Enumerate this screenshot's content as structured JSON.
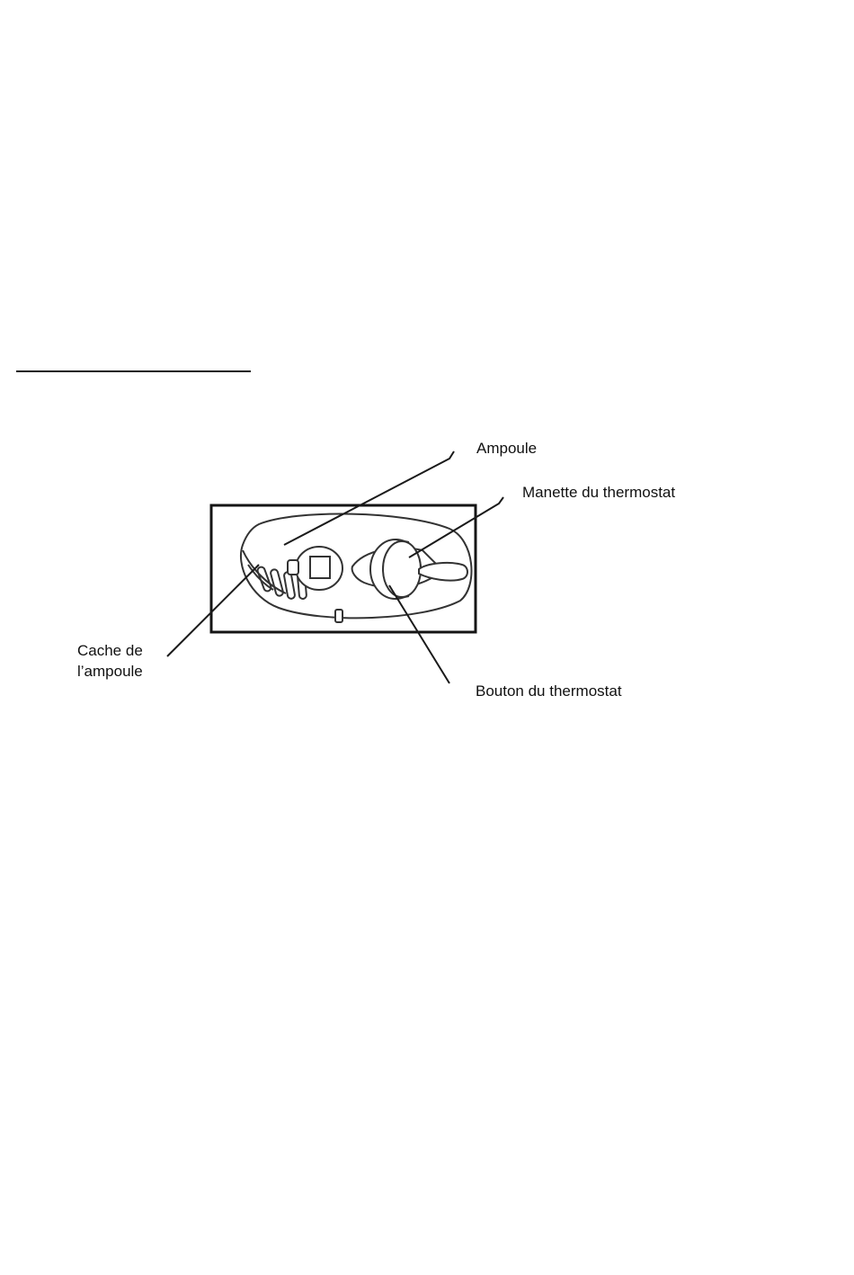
{
  "labels": {
    "ampoule": "Ampoule",
    "manette": "Manette du thermostat",
    "cache_line1": "Cache de",
    "cache_line2": "l’ampoule",
    "bouton": "Bouton du thermostat"
  }
}
